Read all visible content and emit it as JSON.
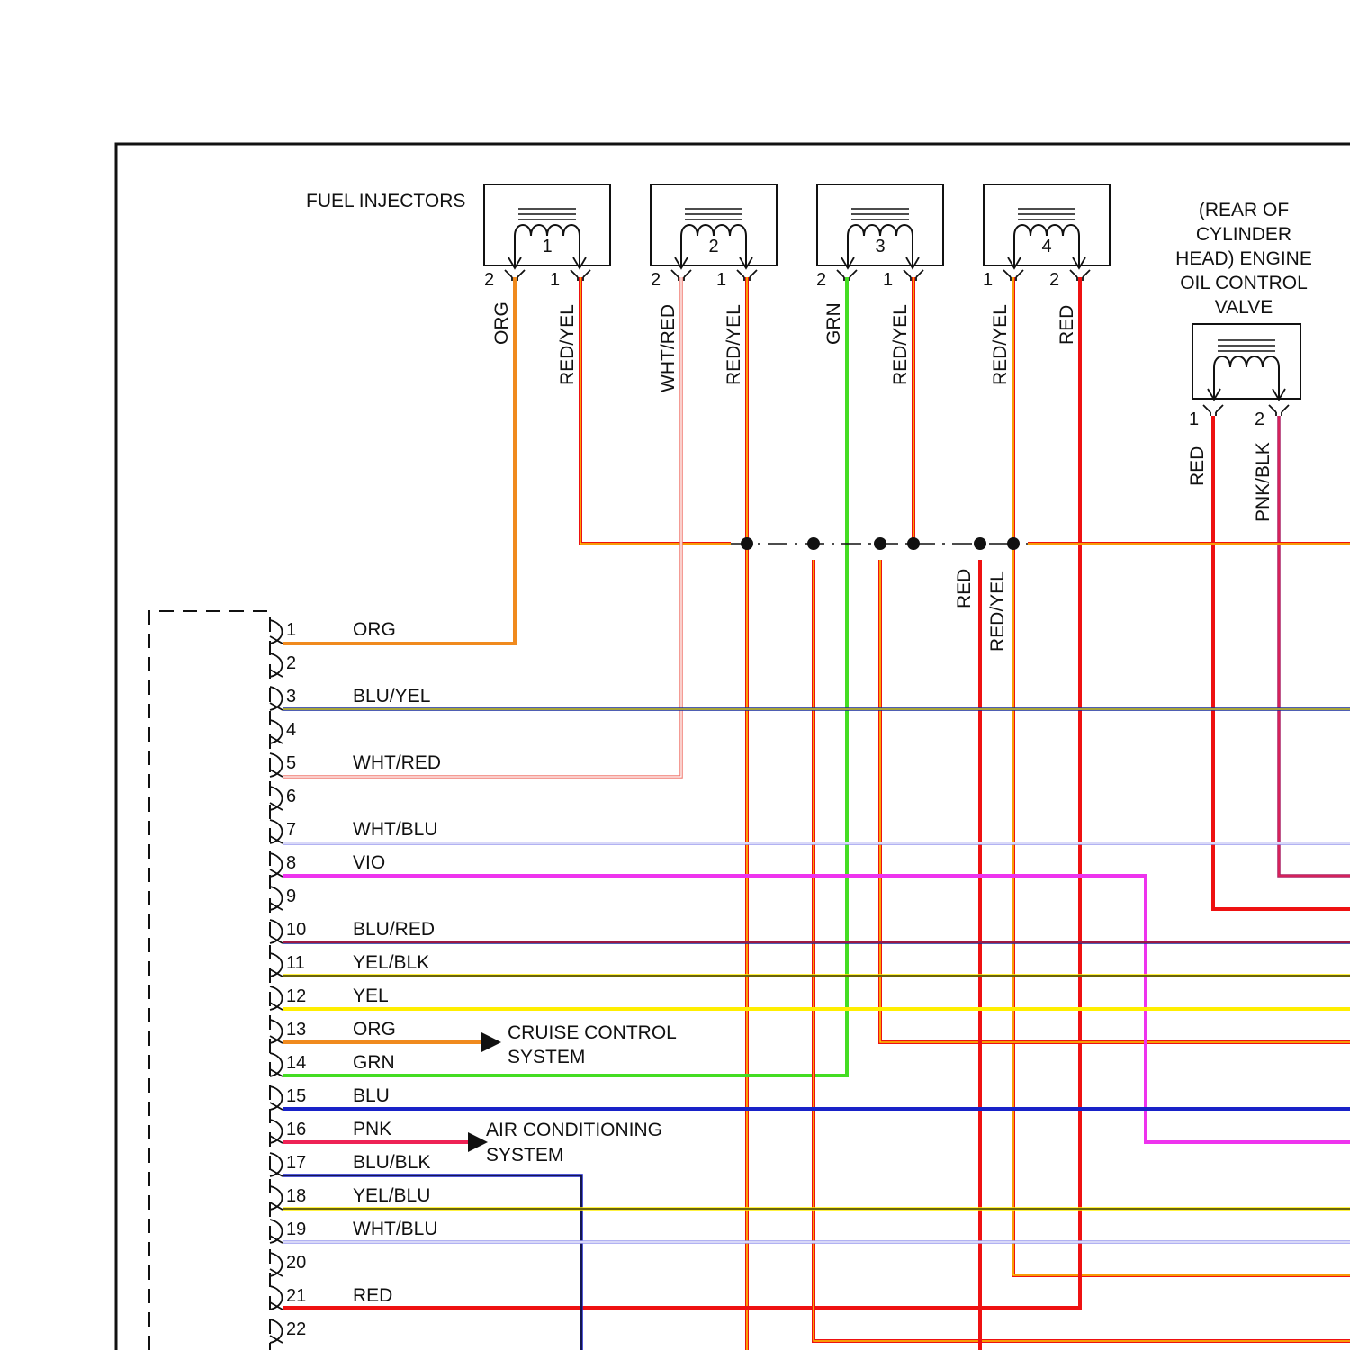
{
  "colors": {
    "ORG": "#f08a1e",
    "RED": "#ee1111",
    "YEL": "#ffee00",
    "GRN": "#44dd22",
    "BLU": "#1822c8",
    "NAVY": "#152a9a",
    "VIO": "#ee33ee",
    "PNK": "#ee2255",
    "BLK": "#111111",
    "WHT": "#ffffff",
    "SALMON": "#f07a70",
    "LAV": "#9999ee",
    "PURPLE": "#aa2266"
  },
  "title": "FUEL INJECTORS",
  "injectors": [
    {
      "number": "1",
      "pins": [
        {
          "label": "2",
          "wire": "ORG"
        },
        {
          "label": "1",
          "wire": "RED/YEL"
        }
      ]
    },
    {
      "number": "2",
      "pins": [
        {
          "label": "2",
          "wire": "WHT/RED"
        },
        {
          "label": "1",
          "wire": "RED/YEL"
        }
      ]
    },
    {
      "number": "3",
      "pins": [
        {
          "label": "2",
          "wire": "GRN"
        },
        {
          "label": "1",
          "wire": "RED/YEL"
        }
      ]
    },
    {
      "number": "4",
      "pins": [
        {
          "label": "1",
          "wire": "RED/YEL"
        },
        {
          "label": "2",
          "wire": "RED"
        }
      ]
    }
  ],
  "oil_valve": {
    "label_lines": [
      "(REAR OF",
      "CYLINDER",
      "HEAD) ENGINE",
      "OIL CONTROL",
      "VALVE"
    ],
    "pins": [
      {
        "label": "1",
        "wire": "RED"
      },
      {
        "label": "2",
        "wire": "PNK/BLK"
      }
    ]
  },
  "splice_labels": [
    "RED",
    "RED/YEL"
  ],
  "connector_pins": [
    {
      "num": "1",
      "wire": "ORG"
    },
    {
      "num": "2",
      "wire": ""
    },
    {
      "num": "3",
      "wire": "BLU/YEL"
    },
    {
      "num": "4",
      "wire": ""
    },
    {
      "num": "5",
      "wire": "WHT/RED"
    },
    {
      "num": "6",
      "wire": ""
    },
    {
      "num": "7",
      "wire": "WHT/BLU"
    },
    {
      "num": "8",
      "wire": "VIO"
    },
    {
      "num": "9",
      "wire": ""
    },
    {
      "num": "10",
      "wire": "BLU/RED"
    },
    {
      "num": "11",
      "wire": "YEL/BLK"
    },
    {
      "num": "12",
      "wire": "YEL"
    },
    {
      "num": "13",
      "wire": "ORG"
    },
    {
      "num": "14",
      "wire": "GRN"
    },
    {
      "num": "15",
      "wire": "BLU"
    },
    {
      "num": "16",
      "wire": "PNK"
    },
    {
      "num": "17",
      "wire": "BLU/BLK"
    },
    {
      "num": "18",
      "wire": "YEL/BLU"
    },
    {
      "num": "19",
      "wire": "WHT/BLU"
    },
    {
      "num": "20",
      "wire": ""
    },
    {
      "num": "21",
      "wire": "RED"
    },
    {
      "num": "22",
      "wire": ""
    }
  ],
  "references": [
    {
      "lines": [
        "CRUISE CONTROL",
        "SYSTEM"
      ]
    },
    {
      "lines": [
        "AIR CONDITIONING",
        "SYSTEM"
      ]
    }
  ]
}
